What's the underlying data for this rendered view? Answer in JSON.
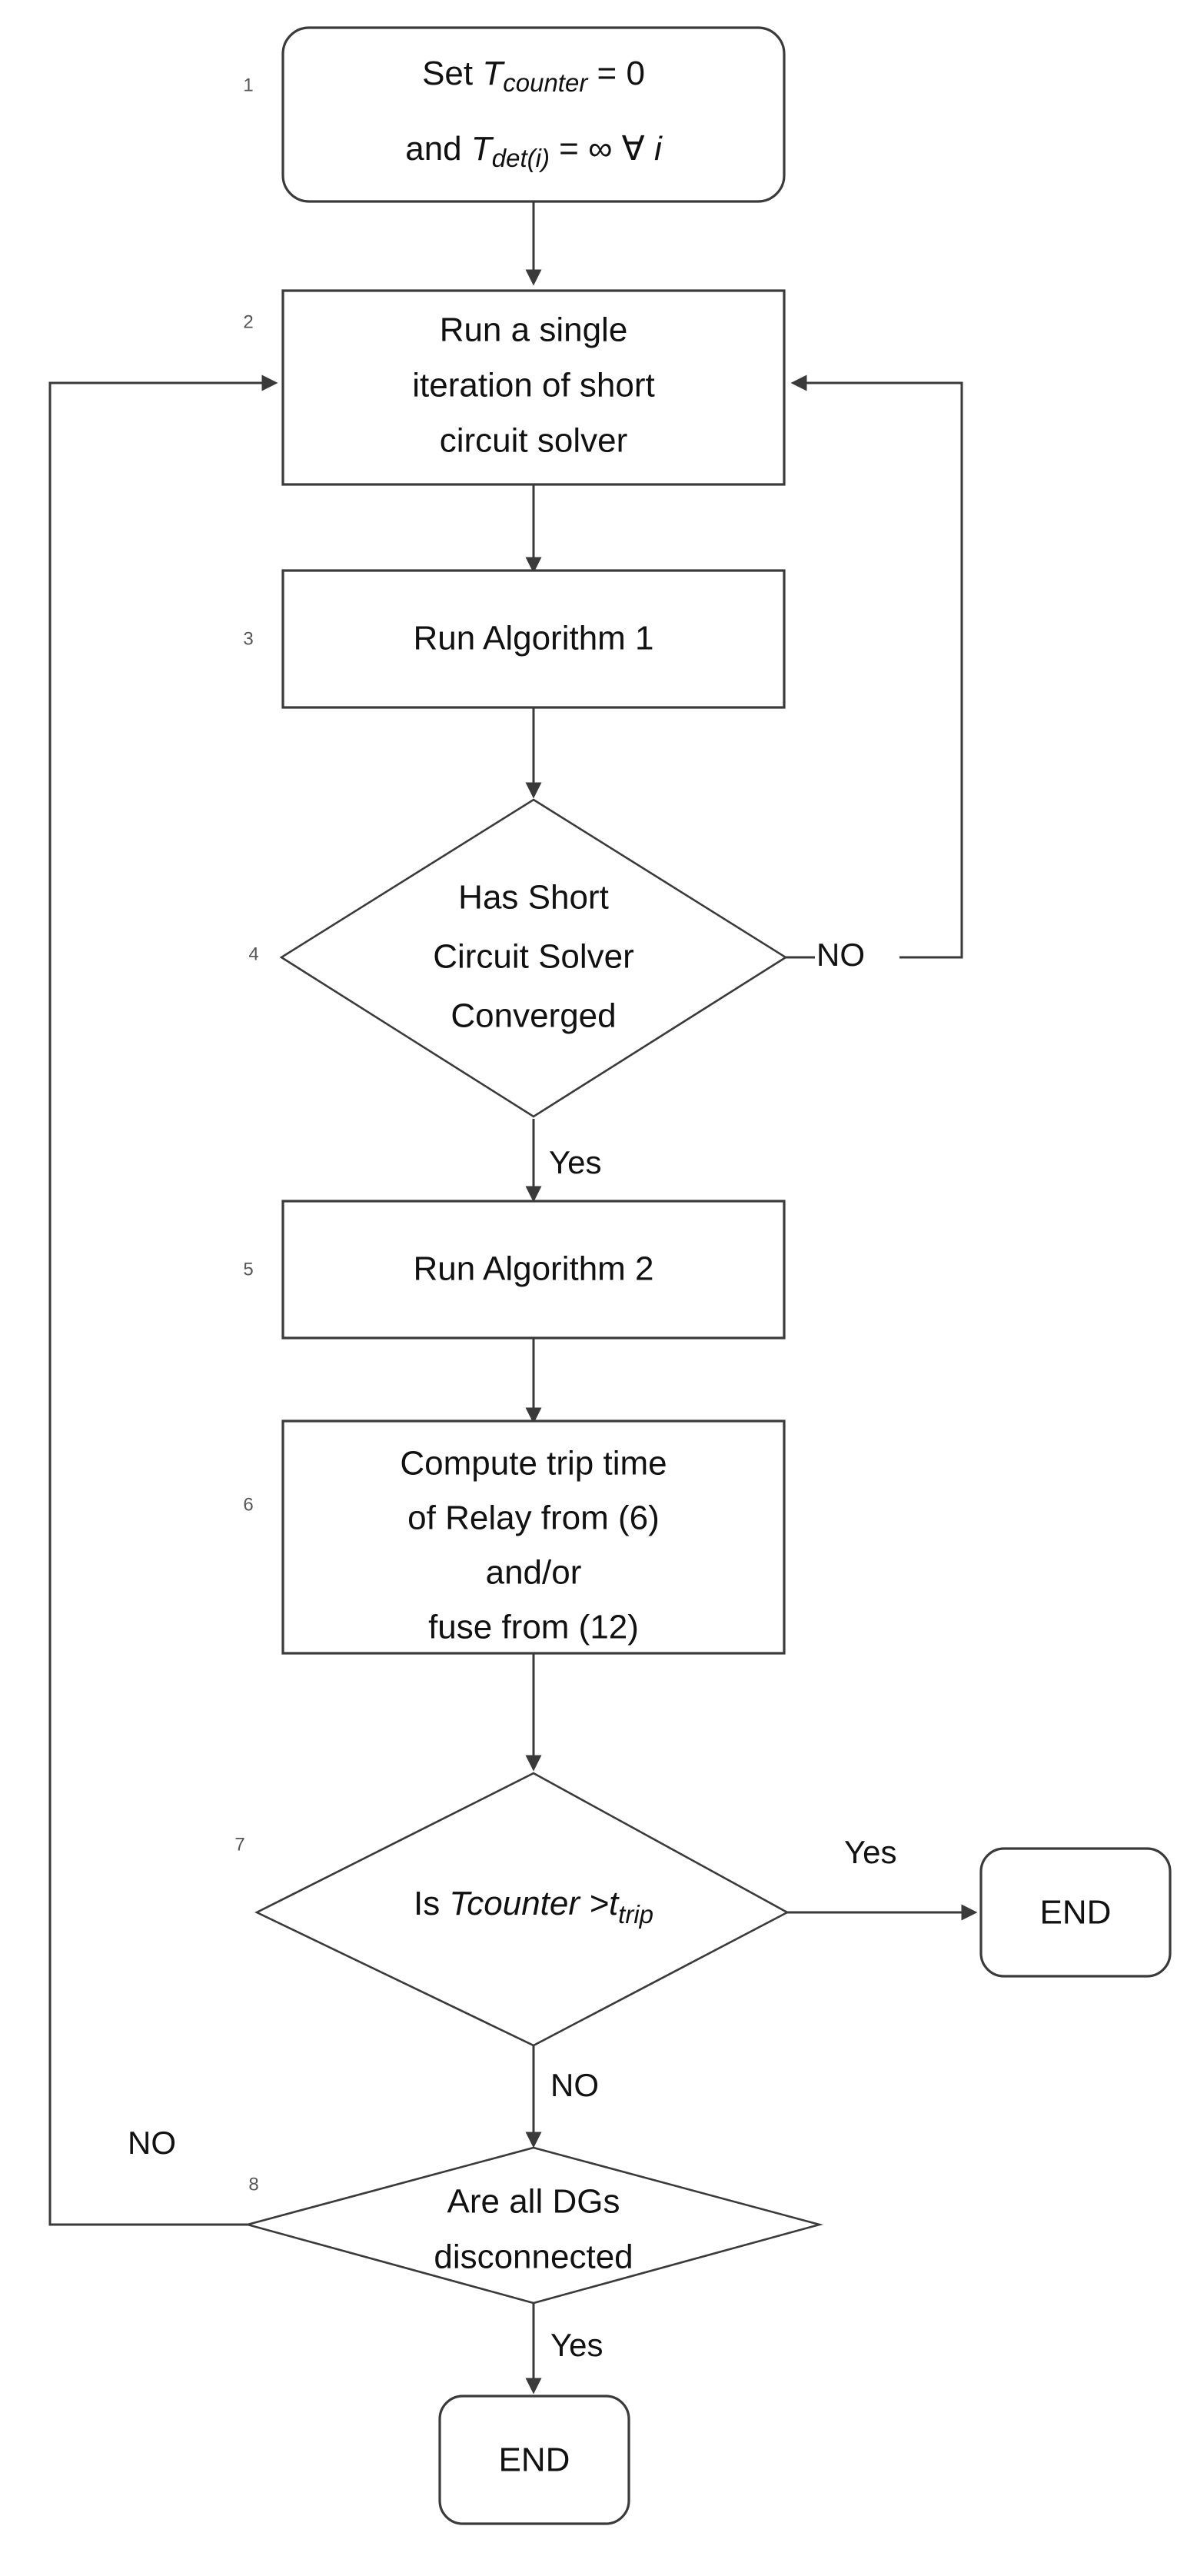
{
  "diagram": {
    "title": "Short circuit solver protection coordination flowchart",
    "type": "flowchart",
    "background": "#ffffff",
    "line_color": "#3a3a3a",
    "text_color": "#111111",
    "index_color": "#555555"
  },
  "nodes": [
    {
      "id": "n1",
      "index": "1",
      "shape": "rounded-rectangle",
      "lines": [
        "Set Tcounter = 0",
        "and Tdet(i) = ∞ ∀ i"
      ],
      "text_full": "Set T_counter = 0 and T_det(i) = ∞ ∀ i",
      "l1_a": "Set ",
      "l1_var": "T",
      "l1_sub": "counter",
      "l1_b": " = 0",
      "l2_a": "and ",
      "l2_var": "T",
      "l2_sub": "det(i)",
      "l2_b": " = ∞ ∀ ",
      "l2_i": "i"
    },
    {
      "id": "n2",
      "index": "2",
      "shape": "rectangle",
      "lines": [
        "Run a single",
        "iteration of short",
        "circuit solver"
      ],
      "text_full": "Run a single iteration of short circuit solver"
    },
    {
      "id": "n3",
      "index": "3",
      "shape": "rectangle",
      "lines": [
        "Run Algorithm 1"
      ],
      "text_full": "Run Algorithm 1"
    },
    {
      "id": "n4",
      "index": "4",
      "shape": "diamond",
      "lines": [
        "Has Short",
        "Circuit Solver",
        "Converged"
      ],
      "text_full": "Has Short Circuit Solver Converged"
    },
    {
      "id": "n5",
      "index": "5",
      "shape": "rectangle",
      "lines": [
        "Run Algorithm 2"
      ],
      "text_full": "Run Algorithm 2"
    },
    {
      "id": "n6",
      "index": "6",
      "shape": "rectangle",
      "lines": [
        "Compute trip time",
        "of Relay from (6)",
        "and/or",
        "fuse from (12)"
      ],
      "text_full": "Compute trip time of Relay from (6) and/or fuse from (12)"
    },
    {
      "id": "n7",
      "index": "7",
      "shape": "diamond",
      "lines": [
        "Is Tcounter >ttrip"
      ],
      "text_full": "Is Tcounter > t_trip",
      "l1_a": "Is ",
      "l1_var": "Tcounter >t",
      "l1_sub": "trip"
    },
    {
      "id": "n8",
      "index": "8",
      "shape": "diamond",
      "lines": [
        "Are all DGs",
        "disconnected"
      ],
      "text_full": "Are all DGs disconnected"
    },
    {
      "id": "end1",
      "index": "",
      "shape": "rounded-rectangle",
      "lines": [
        "END"
      ],
      "text_full": "END"
    },
    {
      "id": "end2",
      "index": "",
      "shape": "rounded-rectangle",
      "lines": [
        "END"
      ],
      "text_full": "END"
    }
  ],
  "edge_labels": {
    "e4_no": "NO",
    "e4_yes": "Yes",
    "e7_yes": "Yes",
    "e7_no": "NO",
    "e8_no": "NO",
    "e8_yes": "Yes"
  }
}
